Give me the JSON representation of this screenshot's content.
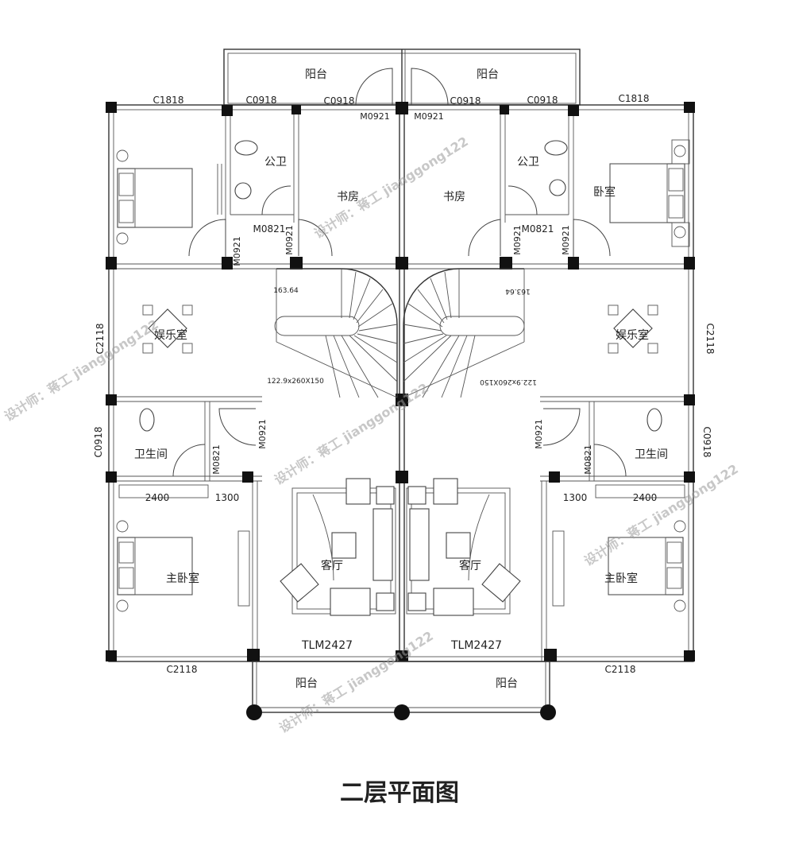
{
  "title": "二层平面图",
  "watermark": "设计师：蒋工 jianggong122",
  "rooms": {
    "balcony_top_left": "阳台",
    "balcony_top_right": "阳台",
    "toilet_left": "公卫",
    "toilet_right": "公卫",
    "study_left": "书房",
    "study_right": "书房",
    "bedroom_right": "卧室",
    "entertainment_left": "娱乐室",
    "entertainment_right": "娱乐室",
    "bathroom_left": "卫生间",
    "bathroom_right": "卫生间",
    "master_left": "主卧室",
    "master_right": "主卧室",
    "living_left": "客厅",
    "living_right": "客厅",
    "balcony_bottom_left": "阳台",
    "balcony_bottom_right": "阳台"
  },
  "labels": {
    "c1818_left": "C1818",
    "c1818_right": "C1818",
    "c0918_tl1": "C0918",
    "c0918_tl2": "C0918",
    "c0918_tr1": "C0918",
    "c0918_tr2": "C0918",
    "m0921_top_l": "M0921",
    "m0921_top_r": "M0921",
    "m0821_left": "M0821",
    "m0821_right": "M0821",
    "m0921_left_a": "M0921",
    "m0921_left_b": "M0921",
    "m0921_right_a": "M0921",
    "m0921_right_b": "M0921",
    "c2118_left": "C2118",
    "c2118_right": "C2118",
    "stair_left_top": "163.64",
    "stair_right_top": "163.64",
    "stair_left_bottom": "122.9x260X150",
    "stair_right_bottom": "122.9x260X150",
    "c0918_left_side": "C0918",
    "c0918_right_side": "C0918",
    "m0921_mid_left": "M0921",
    "m0921_mid_right": "M0921",
    "m0821_mid_left": "M0821",
    "m0821_mid_right": "M0821",
    "dim_2400_left": "2400",
    "dim_1300_left": "1300",
    "dim_1300_right": "1300",
    "dim_2400_right": "2400",
    "tlm_left": "TLM2427",
    "tlm_right": "TLM2427",
    "c2118_bottom_left": "C2118",
    "c2118_bottom_right": "C2118"
  }
}
